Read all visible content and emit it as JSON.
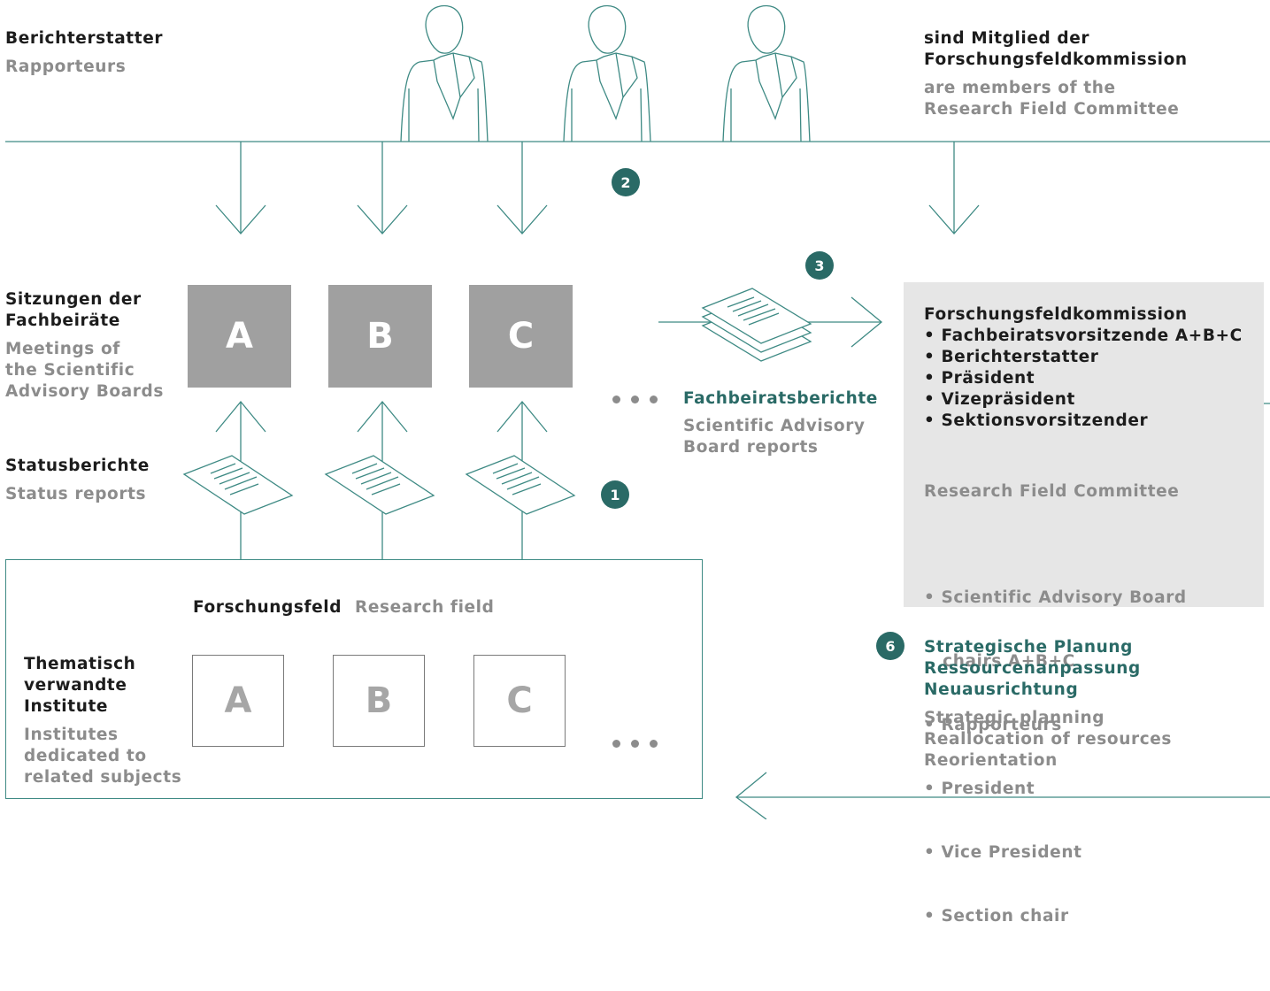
{
  "colors": {
    "teal": "#2a6a66",
    "line": "#3e8a84",
    "board_fill": "#a0a0a0",
    "committee_fill": "#e6e6e6",
    "grey_text": "#8c8c8c"
  },
  "rapporteurs": {
    "de": "Berichterstatter",
    "en": "Rapporteurs"
  },
  "members_note": {
    "de": [
      "sind Mitglied der",
      "Forschungsfeldkommission"
    ],
    "en": [
      "are members of the",
      "Research Field Committee"
    ]
  },
  "meetings": {
    "de": [
      "Sitzungen der",
      "Fachbeiräte"
    ],
    "en": [
      "Meetings of",
      "the Scientific",
      "Advisory Boards"
    ]
  },
  "status": {
    "de": "Statusberichte",
    "en": "Status reports"
  },
  "boards": [
    "A",
    "B",
    "C"
  ],
  "board_reports": {
    "de": "Fachbeiratsberichte",
    "en": [
      "Scientific Advisory",
      "Board reports"
    ]
  },
  "committee": {
    "title_de": "Forschungsfeldkommission",
    "items_de": [
      "• Fachbeiratsvorsitzende A+B+C",
      "• Berichterstatter",
      "• Präsident",
      "• Vizepräsident",
      "• Sektionsvorsitzender"
    ],
    "title_en": "Research Field Committee",
    "items_en": [
      "• Scientific Advisory Board",
      "   chairs A+B+C",
      "• Rapporteurs",
      "• President",
      "• Vice President",
      "• Section chair"
    ]
  },
  "research_field": {
    "de": "Forschungsfeld",
    "en": "Research field",
    "institutes_de": [
      "Thematisch",
      "verwandte",
      "Institute"
    ],
    "institutes_en": [
      "Institutes",
      "dedicated to",
      "related subjects"
    ],
    "institutes": [
      "A",
      "B",
      "C"
    ]
  },
  "planning": {
    "de": [
      "Strategische Planung",
      "Ressourcenanpassung",
      "Neuausrichtung"
    ],
    "en": [
      "Strategic planning",
      "Reallocation of resources",
      "Reorientation"
    ]
  },
  "badges": [
    "1",
    "2",
    "3",
    "6"
  ]
}
